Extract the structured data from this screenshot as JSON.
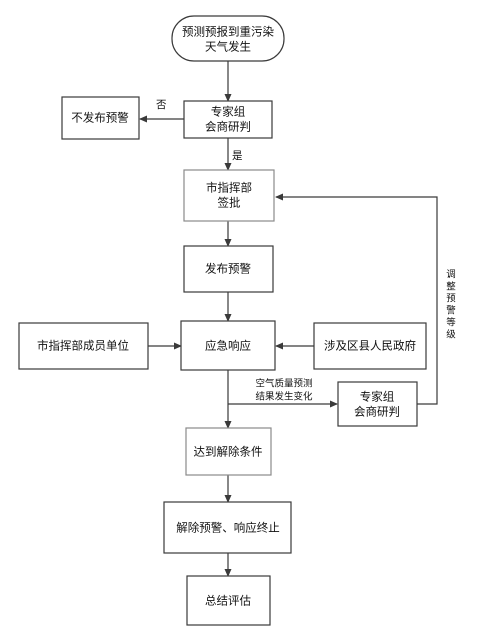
{
  "nodes": {
    "start": {
      "lines": [
        "预测预报到重污染",
        "天气发生"
      ]
    },
    "expert_review_1": {
      "lines": [
        "专家组",
        "会商研判"
      ]
    },
    "no_warning": {
      "label": "不发布预警"
    },
    "city_hq_approval": {
      "lines": [
        "市指挥部",
        "签批"
      ]
    },
    "publish_warning": {
      "label": "发布预警"
    },
    "emergency_response": {
      "label": "应急响应"
    },
    "city_hq_members": {
      "label": "市指挥部成员单位"
    },
    "district_gov": {
      "label": "涉及区县人民政府"
    },
    "expert_review_2": {
      "lines": [
        "专家组",
        "会商研判"
      ]
    },
    "reach_lift_condition": {
      "label": "达到解除条件"
    },
    "lift_warning": {
      "label": "解除预警、响应终止"
    },
    "summary": {
      "label": "总结评估"
    }
  },
  "edge_labels": {
    "no": "否",
    "yes": "是",
    "aq_change": [
      "空气质量预测",
      "结果发生变化"
    ],
    "adjust_level": [
      "调",
      "整",
      "预",
      "警",
      "等",
      "级"
    ]
  }
}
